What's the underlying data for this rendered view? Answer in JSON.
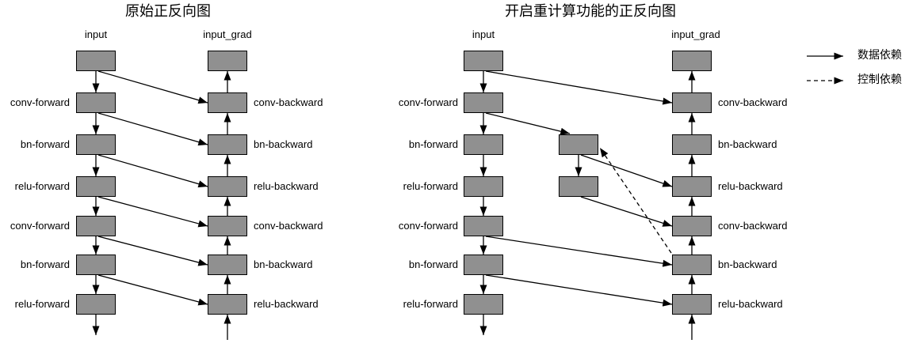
{
  "colors": {
    "node_fill": "#909090",
    "node_border": "#000000",
    "arrow": "#000000",
    "background": "#ffffff"
  },
  "legend": {
    "data_dependency": "数据依赖",
    "control_dependency": "控制依赖"
  },
  "left_diagram": {
    "title": "原始正反向图",
    "forward_header": "input",
    "backward_header": "input_grad",
    "forward_labels": [
      "conv-forward",
      "bn-forward",
      "relu-forward",
      "conv-forward",
      "bn-forward",
      "relu-forward"
    ],
    "backward_labels": [
      "conv-backward",
      "bn-backward",
      "relu-backward",
      "conv-backward",
      "bn-backward",
      "relu-backward"
    ]
  },
  "right_diagram": {
    "title": "开启重计算功能的正反向图",
    "forward_header": "input",
    "backward_header": "input_grad",
    "forward_labels": [
      "conv-forward",
      "bn-forward",
      "relu-forward",
      "conv-forward",
      "bn-forward",
      "relu-forward"
    ],
    "backward_labels": [
      "conv-backward",
      "bn-backward",
      "relu-backward",
      "conv-backward",
      "bn-backward",
      "relu-backward"
    ]
  }
}
